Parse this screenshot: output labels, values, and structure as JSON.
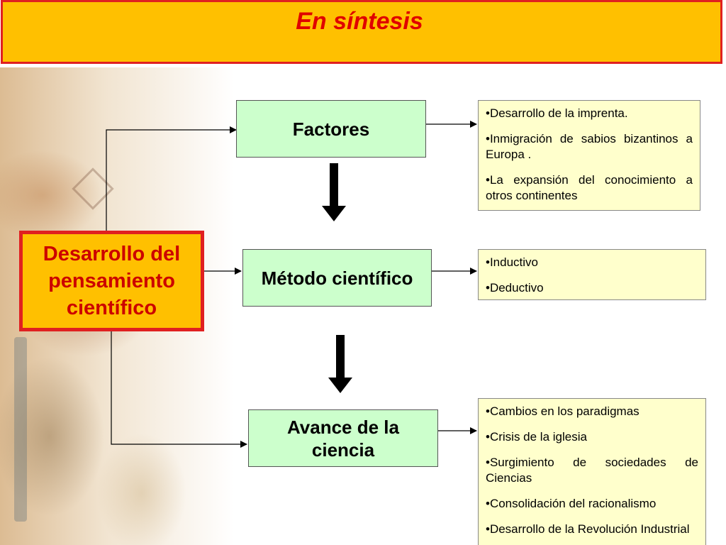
{
  "title": "En síntesis",
  "central": {
    "label": "Desarrollo del pensamiento científico"
  },
  "nodes": [
    {
      "id": "factores",
      "label": "Factores"
    },
    {
      "id": "metodo",
      "label": "Método científico"
    },
    {
      "id": "avance",
      "label": "Avance de la ciencia"
    }
  ],
  "details": {
    "factores": [
      "Desarrollo de la imprenta.",
      "Inmigración de sabios bizantinos a Europa .",
      "La expansión del conocimiento a otros continentes"
    ],
    "metodo": [
      "Inductivo",
      "Deductivo"
    ],
    "avance": [
      "Cambios en los paradigmas",
      "Crisis de la iglesia",
      "Surgimiento de sociedades de Ciencias",
      "Consolidación del racionalismo",
      "Desarrollo de la Revolución Industrial"
    ]
  },
  "colors": {
    "title_fill": "#ffc000",
    "title_text": "#e00000",
    "node_fill": "#ccffcc",
    "note_fill": "#ffffcc"
  }
}
